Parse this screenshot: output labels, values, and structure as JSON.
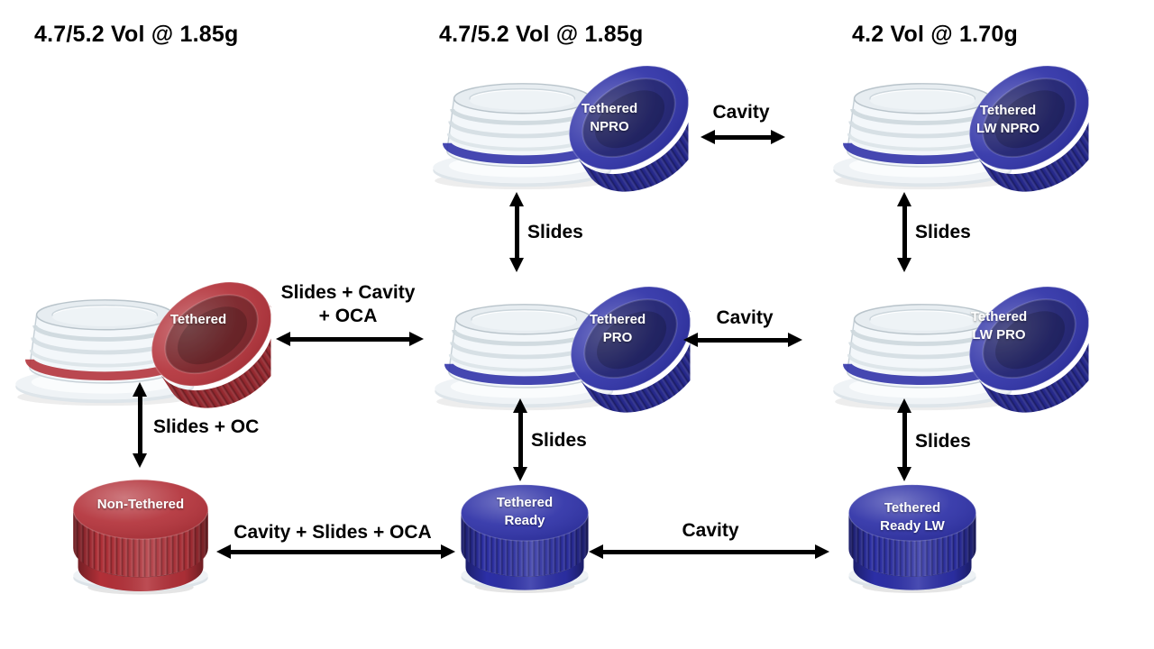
{
  "headers": {
    "left": "4.7/5.2 Vol @ 1.85g",
    "center": "4.7/5.2 Vol @ 1.85g",
    "right": "4.2 Vol @ 1.70g"
  },
  "caps": {
    "top_center": {
      "type": "open",
      "color": "blue",
      "line1": "Tethered",
      "line2": "NPRO"
    },
    "top_right": {
      "type": "open",
      "color": "blue",
      "line1": "Tethered",
      "line2": "LW NPRO"
    },
    "mid_left": {
      "type": "open",
      "color": "red",
      "line1": "Tethered",
      "line2": ""
    },
    "mid_center": {
      "type": "open",
      "color": "blue",
      "line1": "Tethered",
      "line2": "PRO"
    },
    "mid_right": {
      "type": "open",
      "color": "blue",
      "line1": "Tethered",
      "line2": "LW PRO"
    },
    "bottom_left": {
      "type": "closed",
      "color": "red",
      "line1": "Non-Tethered",
      "line2": ""
    },
    "bottom_center": {
      "type": "closed",
      "color": "blue",
      "line1": "Tethered",
      "line2": "Ready"
    },
    "bottom_right": {
      "type": "closed",
      "color": "blue",
      "line1": "Tethered",
      "line2": "Ready LW"
    }
  },
  "arrows": {
    "cavity_top": {
      "line1": "Cavity",
      "line2": ""
    },
    "slides_top_center": {
      "line1": "Slides",
      "line2": ""
    },
    "slides_top_right": {
      "line1": "Slides",
      "line2": ""
    },
    "slides_cavity_oca": {
      "line1": "Slides + Cavity",
      "line2": "+ OCA"
    },
    "cavity_mid": {
      "line1": "Cavity",
      "line2": ""
    },
    "slides_oc": {
      "line1": "Slides + OC",
      "line2": ""
    },
    "slides_mid_center": {
      "line1": "Slides",
      "line2": ""
    },
    "slides_mid_right": {
      "line1": "Slides",
      "line2": ""
    },
    "cavity_slides_oca": {
      "line1": "Cavity + Slides + OCA",
      "line2": ""
    },
    "cavity_bottom": {
      "line1": "Cavity",
      "line2": ""
    }
  },
  "colors": {
    "blue": "#2c2fa6",
    "red": "#b23038",
    "arrow": "#000000",
    "text": "#000000",
    "cap_label": "#ffffff"
  }
}
